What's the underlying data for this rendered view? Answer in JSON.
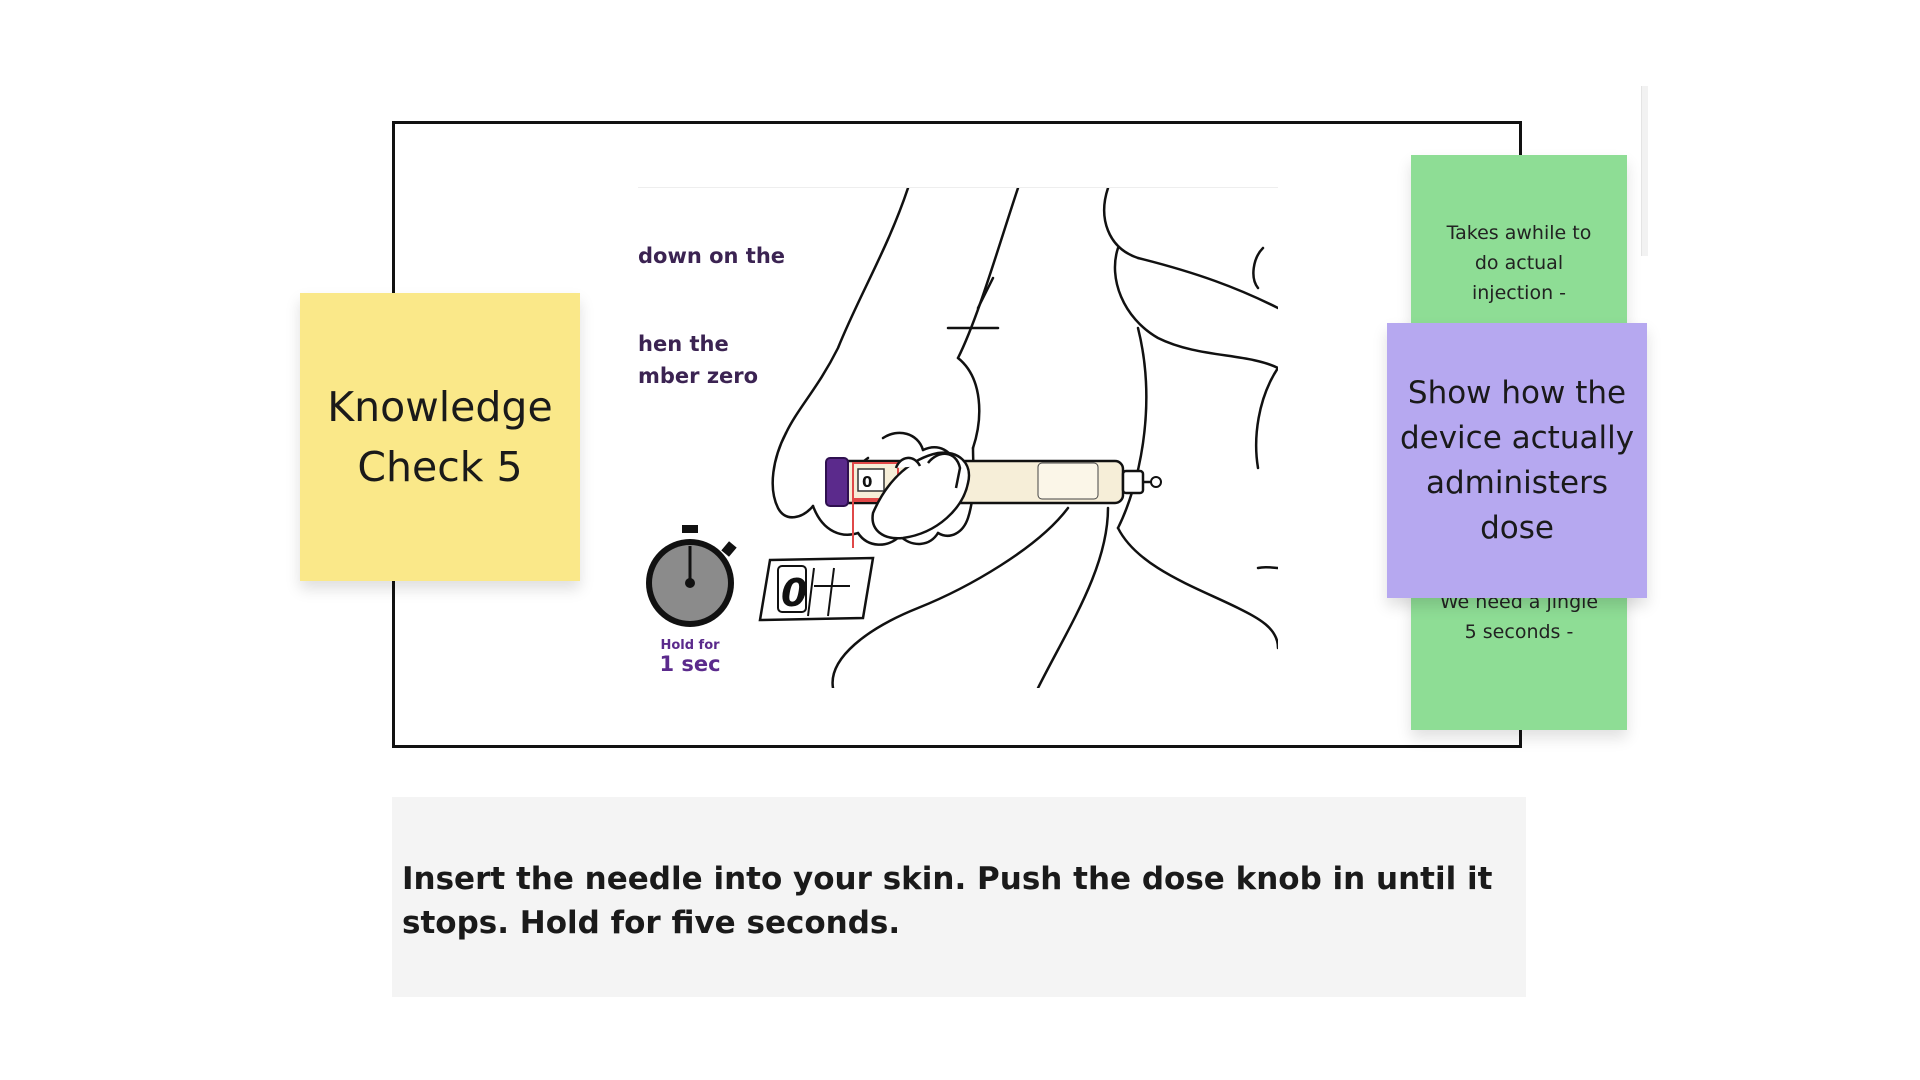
{
  "slide": {
    "illustration": {
      "text_lines": [
        "down on the",
        "hen the",
        "mber zero"
      ],
      "timer_label": "Hold for",
      "timer_value": "1 sec",
      "dose_window_digit": "0"
    },
    "caption": "Insert the needle into your skin. Push the dose knob in until it stops. Hold for five seconds."
  },
  "stickies": {
    "knowledge_check": {
      "lines": [
        "Knowledge",
        "Check 5"
      ],
      "color": "#fae889"
    },
    "green_note": {
      "top_lines": [
        "Takes awhile to",
        "do actual",
        "injection -"
      ],
      "bottom_lines": [
        "We need a jingle",
        "5 seconds -"
      ],
      "color": "#8edd95"
    },
    "purple_note": {
      "lines": [
        "Show how the",
        "device actually",
        "administers",
        "dose"
      ],
      "color": "#b6a8f0"
    }
  },
  "colors": {
    "frame_border": "#111111",
    "caption_bg": "#f4f4f4",
    "illustration_text": "#3b2352",
    "pen_knob": "#5b2a8c",
    "highlight_red": "#e04848"
  }
}
